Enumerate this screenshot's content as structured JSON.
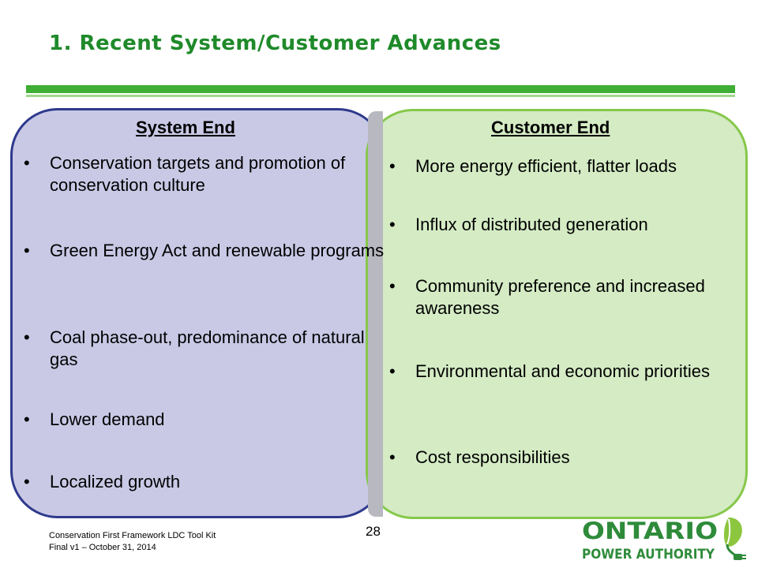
{
  "slide": {
    "title": "1. Recent System/Customer Advances",
    "page_number": "28"
  },
  "system_end": {
    "heading": "System End",
    "bullets": [
      "Conservation targets and promotion of conservation culture",
      "Green Energy Act and renewable programs",
      "Coal phase-out, predominance of natural gas",
      "Lower demand",
      "Localized growth"
    ]
  },
  "customer_end": {
    "heading": "Customer End",
    "bullets": [
      "More energy efficient, flatter loads",
      "Influx of distributed generation",
      "Community preference and increased awareness",
      "Environmental and economic priorities",
      "Cost responsibilities"
    ]
  },
  "footer": {
    "line1": "Conservation First Framework LDC Tool Kit",
    "line2": "Final v1 – October 31, 2014"
  },
  "logo": {
    "name_top": "ONTARIO",
    "name_bottom": "POWER AUTHORITY"
  },
  "bullet_glyph": "•",
  "colors": {
    "title_green": "#1f8a2a",
    "rule_green": "#3fae34",
    "system_fill": "#c9c9e6",
    "system_border": "#2e3a8c",
    "customer_fill": "#d4ebc4",
    "customer_border": "#86c84a",
    "logo_green": "#2e8b3a"
  }
}
